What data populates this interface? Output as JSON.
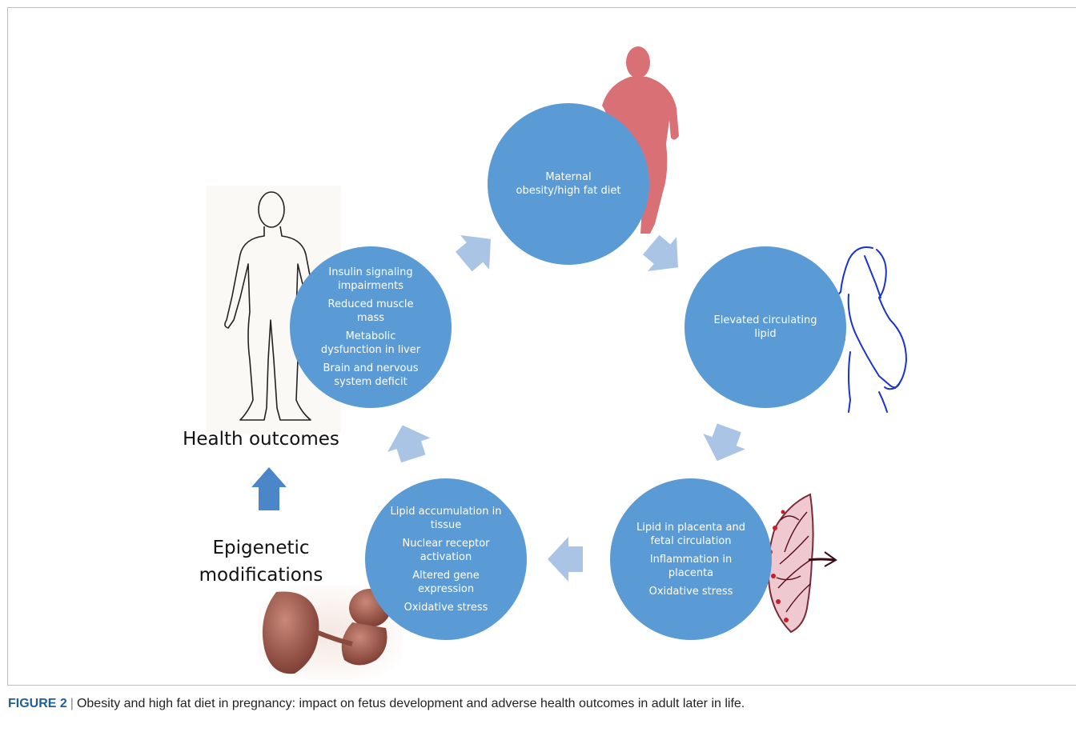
{
  "nodes": {
    "maternal": {
      "lines": [
        "Maternal",
        "obesity/high fat diet"
      ]
    },
    "lipid": {
      "lines": [
        "Elevated circulating",
        "lipid"
      ]
    },
    "placenta": {
      "items": [
        "Lipid in placenta and fetal circulation",
        "Inflammation in placenta",
        "Oxidative stress"
      ]
    },
    "tissue": {
      "items": [
        "Lipid accumulation in tissue",
        "Nuclear receptor activation",
        "Altered gene expression",
        "Oxidative stress"
      ]
    },
    "outcomes": {
      "items": [
        "Insulin signaling impairments",
        "Reduced muscle mass",
        "Metabolic dysfunction in liver",
        "Brain and nervous system deficit"
      ]
    }
  },
  "labels": {
    "health_outcomes": "Health outcomes",
    "epigenetic_line1": "Epigenetic",
    "epigenetic_line2": "modifications"
  },
  "caption": {
    "figure": "FIGURE 2",
    "separator": "|",
    "text": "Obesity and high fat diet in pregnancy: impact on fetus development and adverse health outcomes in adult later in life."
  },
  "colors": {
    "circle": "#5b9bd5",
    "arrow": "#a9c4e4",
    "up_arrow": "#4a86c8",
    "maternal_silhouette": "#d97075",
    "pregnant_outline": "#1a33cc"
  }
}
